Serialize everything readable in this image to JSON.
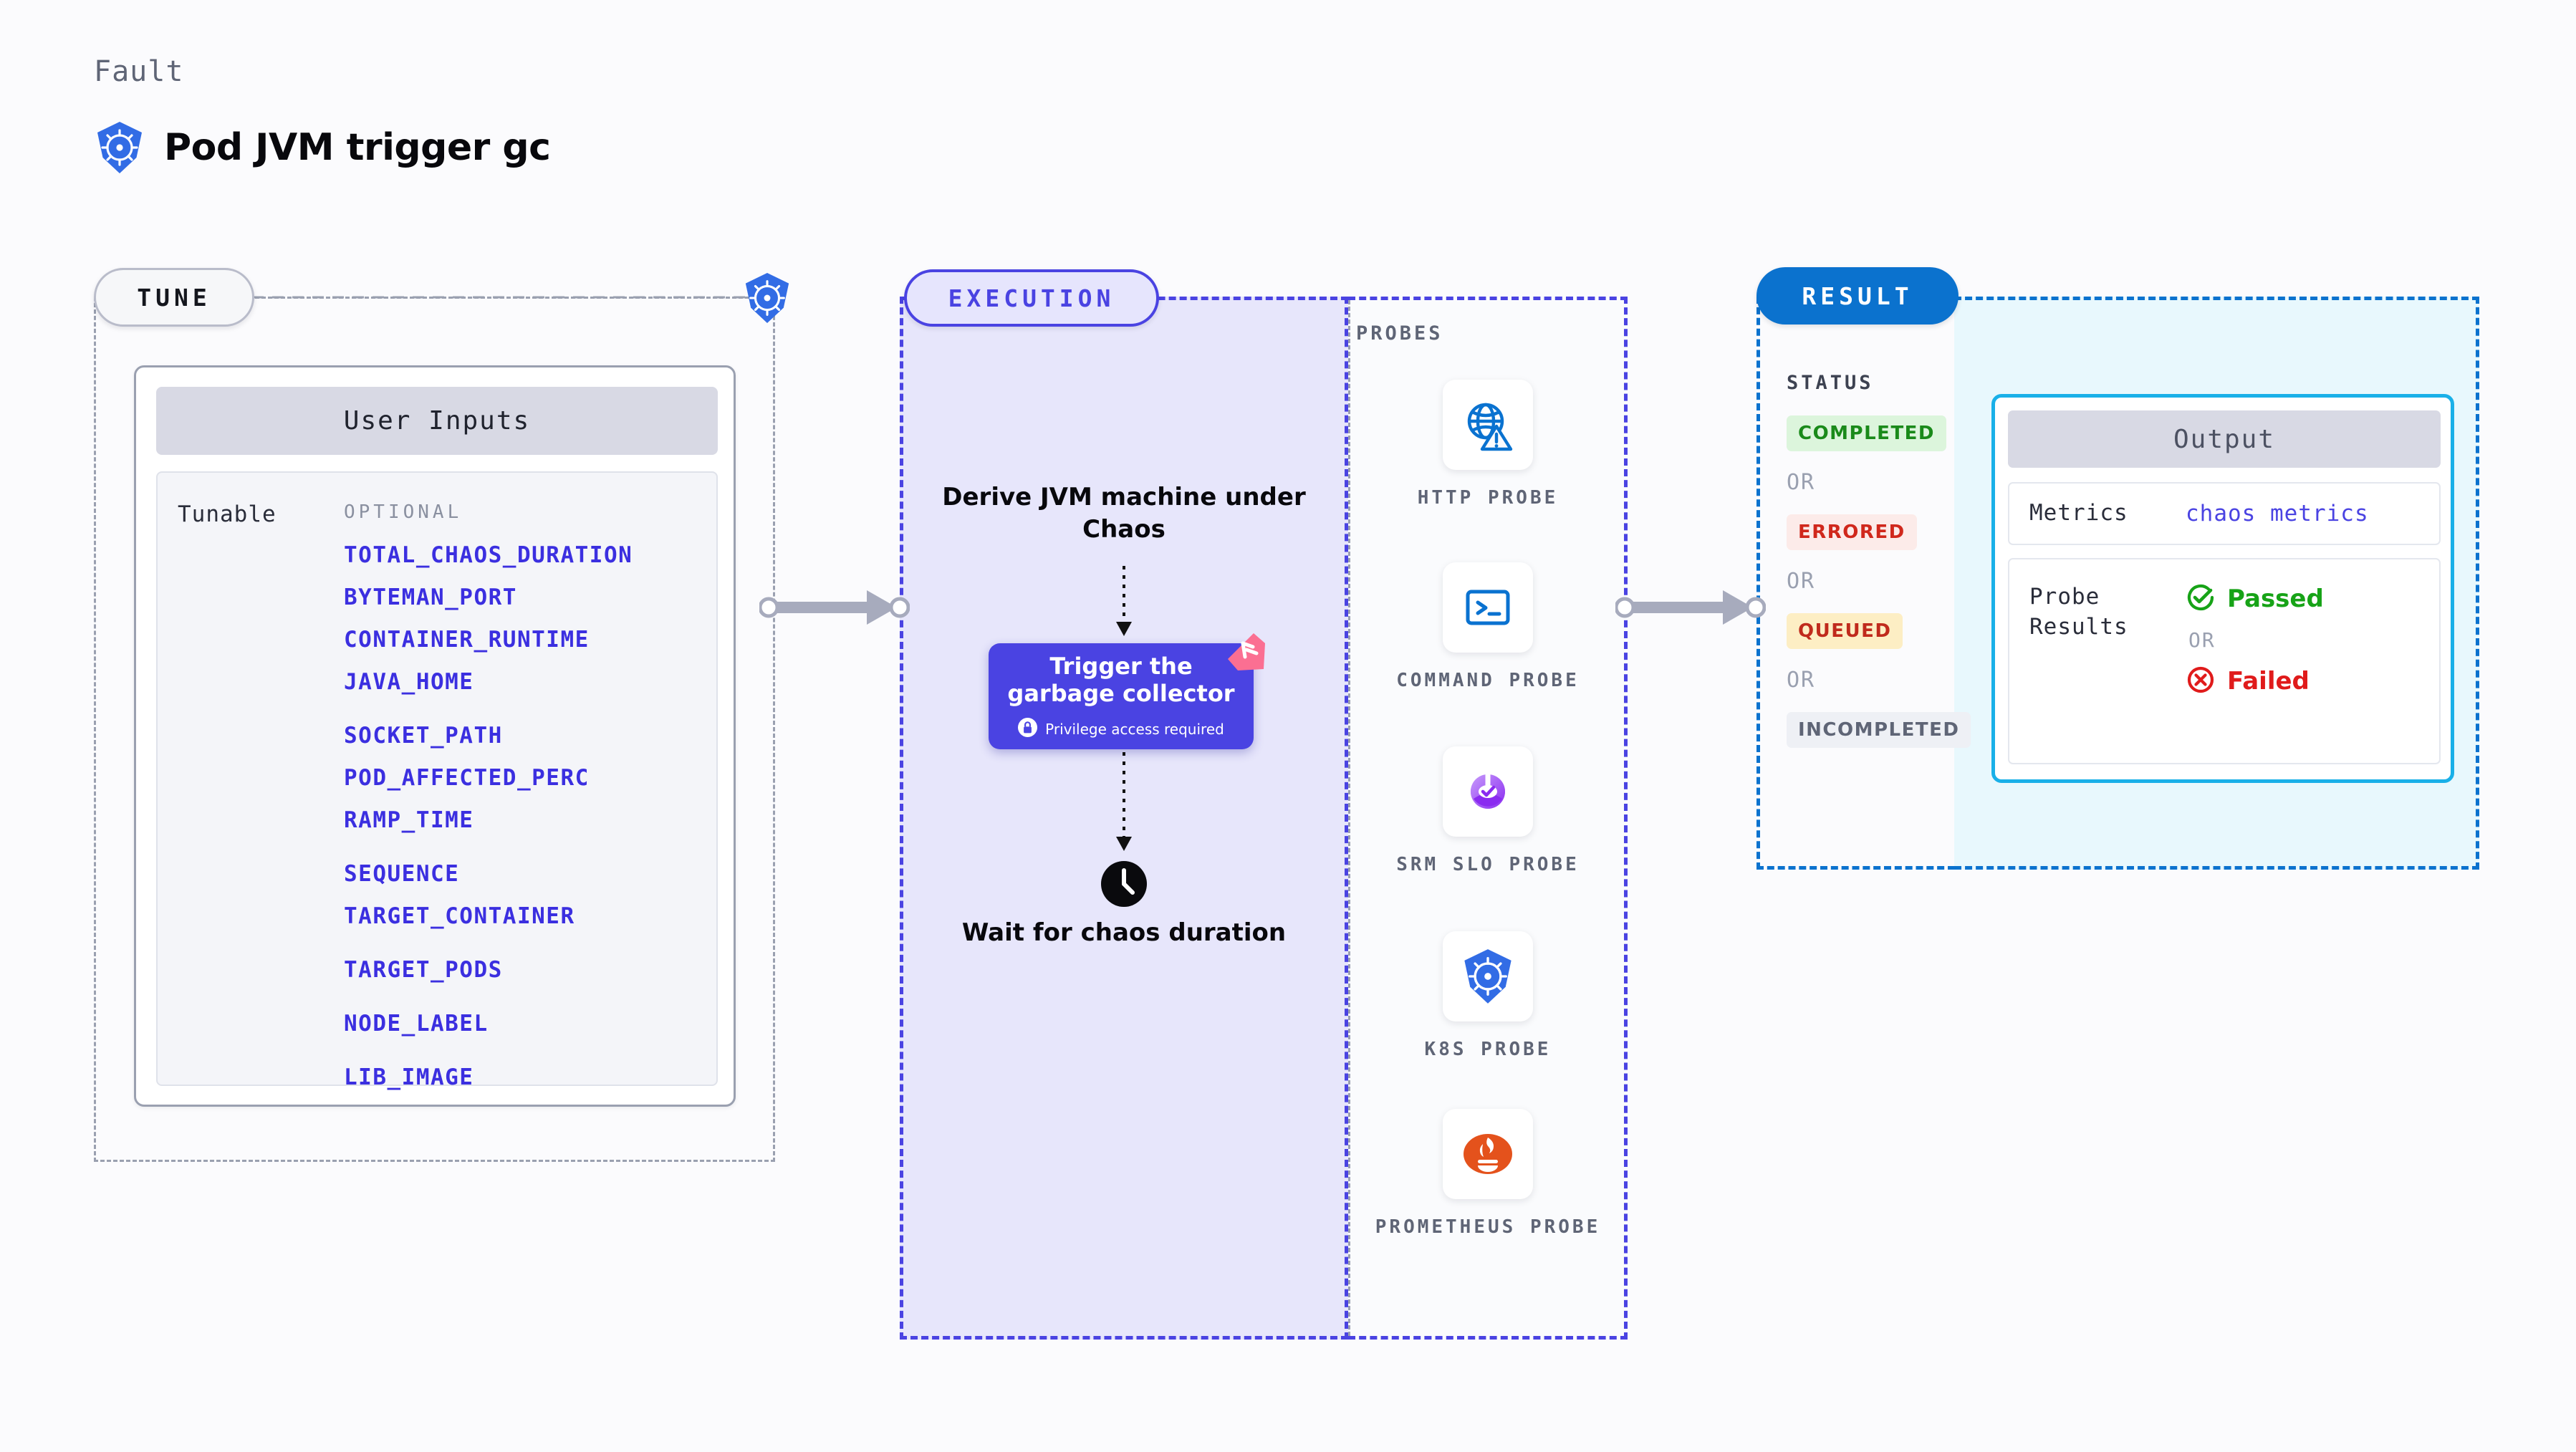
{
  "header": {
    "eyebrow": "Fault",
    "title": "Pod JVM trigger gc",
    "icon": "kubernetes-icon"
  },
  "colors": {
    "background": "#fbfbfd",
    "accent_purple": "#4a43e2",
    "accent_blue": "#0b72ce",
    "accent_cyan": "#19b0e8",
    "k8s_blue": "#326ce5",
    "pink_ribbon": "#fb6f92",
    "link_blue": "#3b2fe0",
    "muted_text": "#5f6576"
  },
  "tune": {
    "pill_label": "TUNE",
    "icon": "kubernetes-icon",
    "user_inputs": {
      "header": "User Inputs",
      "row_label": "Tunable",
      "group_label": "OPTIONAL",
      "items": [
        {
          "name": "TOTAL_CHAOS_DURATION",
          "gap": "g0"
        },
        {
          "name": "BYTEMAN_PORT",
          "gap": "g1"
        },
        {
          "name": "CONTAINER_RUNTIME",
          "gap": "g1"
        },
        {
          "name": "JAVA_HOME",
          "gap": "g1"
        },
        {
          "name": "SOCKET_PATH",
          "gap": "g2"
        },
        {
          "name": "POD_AFFECTED_PERC",
          "gap": "g1"
        },
        {
          "name": "RAMP_TIME",
          "gap": "g1"
        },
        {
          "name": "SEQUENCE",
          "gap": "g2"
        },
        {
          "name": "TARGET_CONTAINER",
          "gap": "g1"
        },
        {
          "name": "TARGET_PODS",
          "gap": "g2"
        },
        {
          "name": "NODE_LABEL",
          "gap": "g2"
        },
        {
          "name": "LIB_IMAGE",
          "gap": "g2"
        }
      ]
    }
  },
  "execution": {
    "pill_label": "EXECUTION",
    "step_1": "Derive JVM machine\nunder Chaos",
    "fault_card": {
      "title": "Trigger the garbage\ncollector",
      "badge_text": "Privilege access required",
      "badge_icon": "lock-icon",
      "corner_icon": "harness-ribbon-icon"
    },
    "step_2": "Wait for chaos\nduration",
    "step_2_icon": "clock-icon"
  },
  "probes": {
    "section_label": "PROBES",
    "items": [
      {
        "label": "HTTP PROBE",
        "icon": "globe-warning-icon"
      },
      {
        "label": "COMMAND PROBE",
        "icon": "terminal-icon"
      },
      {
        "label": "SRM SLO PROBE",
        "icon": "srm-slo-icon"
      },
      {
        "label": "K8S PROBE",
        "icon": "kubernetes-icon"
      },
      {
        "label": "PROMETHEUS PROBE",
        "icon": "prometheus-icon"
      }
    ]
  },
  "result": {
    "pill_label": "RESULT",
    "status_label": "STATUS",
    "or_label": "OR",
    "statuses": [
      {
        "label": "COMPLETED",
        "bg": "#dcf5dc",
        "fg": "#1a8a1a"
      },
      {
        "label": "ERRORED",
        "bg": "#fcebe9",
        "fg": "#d0281c"
      },
      {
        "label": "QUEUED",
        "bg": "#fdeec4",
        "fg": "#c02a1c"
      },
      {
        "label": "INCOMPLETED",
        "bg": "#eef0f5",
        "fg": "#5f6576"
      }
    ]
  },
  "output": {
    "header": "Output",
    "metrics_key": "Metrics",
    "metrics_value": "chaos metrics",
    "probe_results_key": "Probe\nResults",
    "passed_label": "Passed",
    "passed_icon": "check-circle-icon",
    "passed_color": "#17a317",
    "or_label": "OR",
    "failed_label": "Failed",
    "failed_icon": "x-circle-icon",
    "failed_color": "#e01b1b"
  }
}
